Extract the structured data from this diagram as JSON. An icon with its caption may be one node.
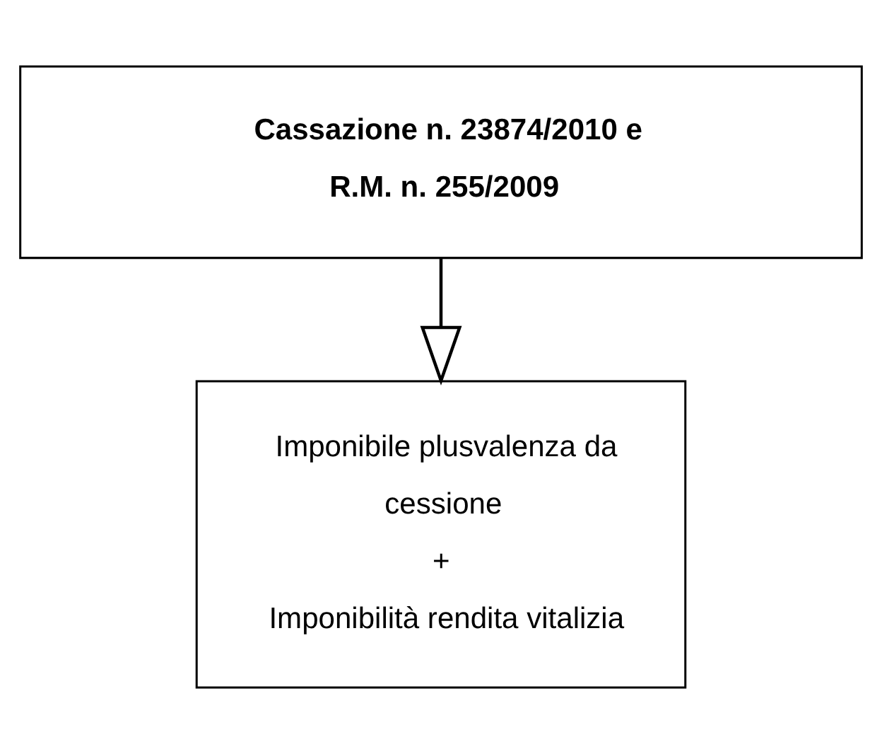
{
  "diagram": {
    "nodes": [
      {
        "text": [
          "Cassazione n. 23874/2010 e R.M. n. 255/2009"
        ]
      },
      {
        "text": [
          "Imponibile plusvalenza da cessione",
          "+",
          "Imponibilità rendita vitalizia"
        ]
      }
    ],
    "edges": [
      {
        "from": 0,
        "to": 1,
        "arrow": "to"
      }
    ]
  }
}
